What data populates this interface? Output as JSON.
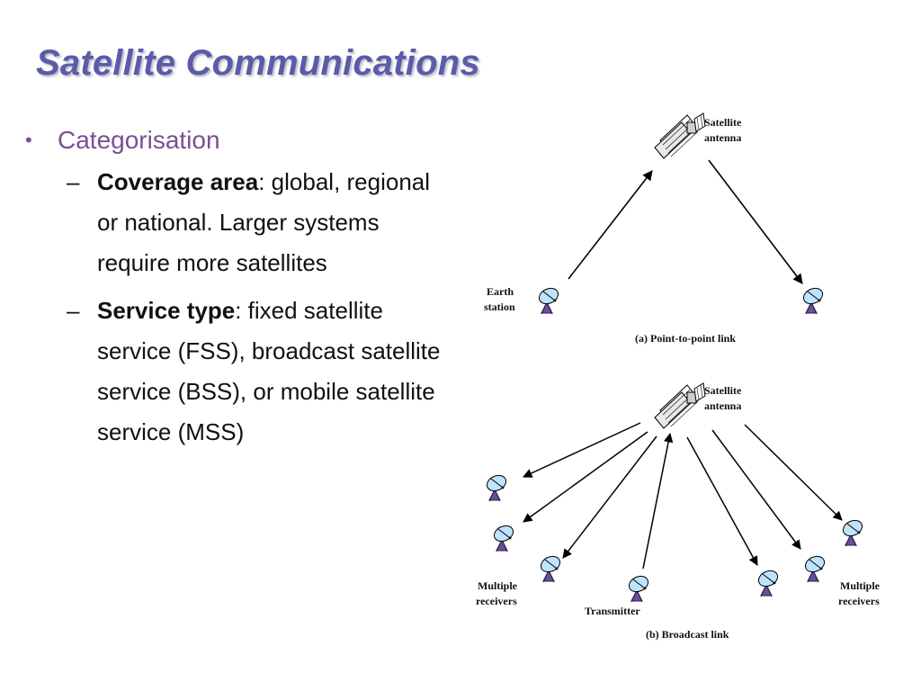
{
  "slide": {
    "title": "Satellite Communications"
  },
  "bullets": {
    "main": "Categorisation",
    "items": [
      {
        "term": "Coverage area",
        "text": ": global, regional or national. Larger systems require more satellites"
      },
      {
        "term": "Service type",
        "text": ": fixed satellite service (FSS), broadcast satellite service (BSS), or mobile satellite service (MSS)"
      }
    ]
  },
  "figure": {
    "a": {
      "sat_label_1": "Satellite",
      "sat_label_2": "antenna",
      "earth_label_1": "Earth",
      "earth_label_2": "station",
      "caption": "(a) Point-to-point link"
    },
    "b": {
      "sat_label_1": "Satellite",
      "sat_label_2": "antenna",
      "left_label_1": "Multiple",
      "left_label_2": "receivers",
      "transmitter_label": "Transmitter",
      "right_label_1": "Multiple",
      "right_label_2": "receivers",
      "caption": "(b) Broadcast link"
    }
  }
}
